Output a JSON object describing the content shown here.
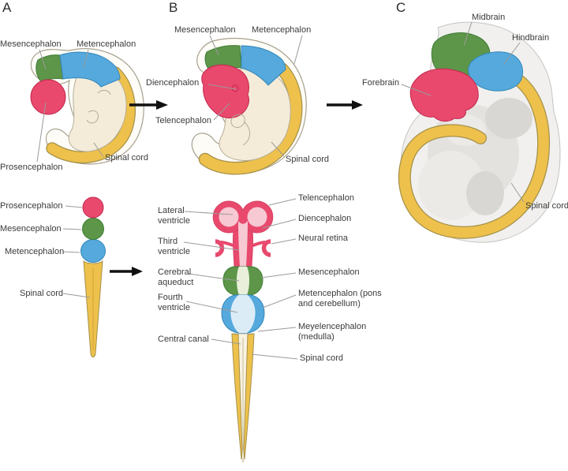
{
  "palette": {
    "forebrain_pink": "#e8496d",
    "midbrain_green": "#5d9549",
    "hindbrain_blue": "#55a9dc",
    "spinal_yellow": "#edc14c",
    "body_cream": "#f4ecd9",
    "ventricle_pink": "#f7c9d2",
    "aqueduct_green": "#e9efdb",
    "ventricle_blue": "#dcecf7",
    "canal_cream": "#f8f2e0"
  },
  "panels": {
    "a": {
      "letter": "A",
      "labels": {
        "mesencephalon": "Mesencephalon",
        "metencephalon": "Metencephalon",
        "prosencephalon": "Prosencephalon",
        "spinal_cord": "Spinal cord"
      }
    },
    "b": {
      "letter": "B",
      "labels": {
        "mesencephalon": "Mesencephalon",
        "metencephalon": "Metencephalon",
        "diencephalon": "Diencephalon",
        "telencephalon": "Telencephalon",
        "spinal_cord": "Spinal cord"
      }
    },
    "c": {
      "letter": "C",
      "labels": {
        "midbrain": "Midbrain",
        "hindbrain": "Hindbrain",
        "forebrain": "Forebrain",
        "spinal_cord": "Spinal cord"
      }
    },
    "neural_tube_early": {
      "labels": {
        "prosencephalon": "Prosencephalon",
        "mesencephalon": "Mesencephalon",
        "metencephalon": "Metencephalon",
        "spinal_cord": "Spinal cord"
      }
    },
    "neural_tube_late": {
      "left_labels": {
        "lateral_ventricle": "Lateral ventricle",
        "third_ventricle": "Third ventricle",
        "cerebral_aqueduct": "Cerebral aqueduct",
        "fourth_ventricle": "Fourth ventricle",
        "central_canal": "Central canal"
      },
      "right_labels": {
        "telencephalon": "Telencephalon",
        "diencephalon": "Diencephalon",
        "neural_retina": "Neural retina",
        "mesencephalon": "Mesencephalon",
        "metencephalon": "Metencephalon (pons and cerebellum)",
        "myelencephalon": "Meyelencephalon (medulla)",
        "spinal_cord": "Spinal cord"
      }
    }
  }
}
